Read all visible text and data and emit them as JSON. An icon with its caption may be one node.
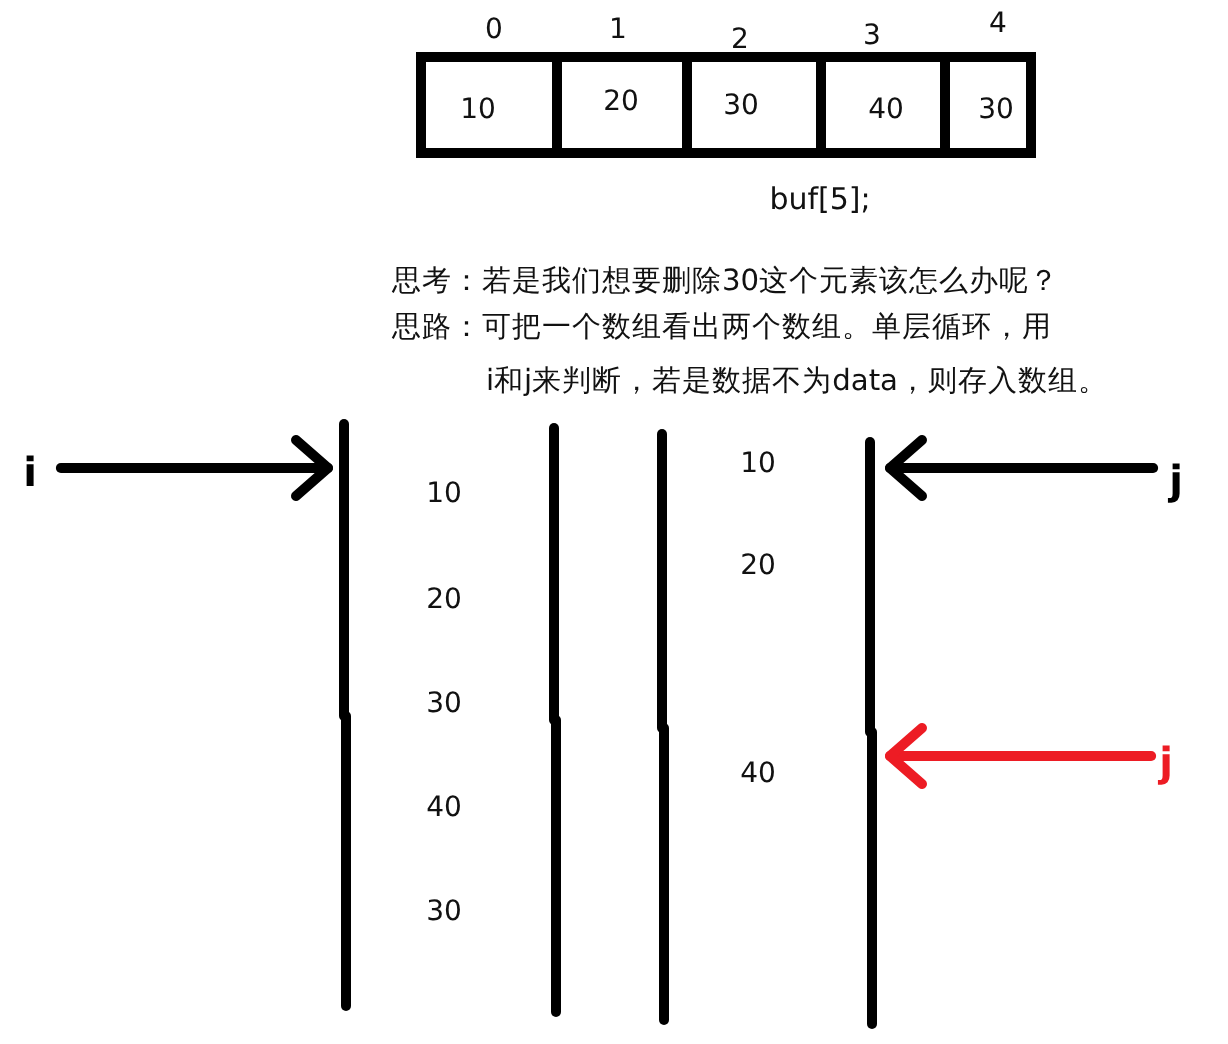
{
  "diagram": {
    "nodes": [
      {
        "text": [
          "10"
        ],
        "beside": [
          "0"
        ]
      },
      {
        "text": [
          "20"
        ],
        "beside": [
          "1"
        ]
      },
      {
        "text": [
          "30"
        ],
        "beside": [
          "2"
        ]
      },
      {
        "text": [
          "40"
        ],
        "beside": [
          "3"
        ]
      },
      {
        "text": [
          "30"
        ],
        "beside": [
          "4"
        ]
      },
      {
        "text": [
          "10",
          "20",
          "30",
          "40",
          "30"
        ]
      },
      {
        "text": [
          "10",
          "20",
          "40"
        ]
      },
      {
        "text": [
          "i"
        ]
      },
      {
        "text": [
          "j"
        ]
      },
      {
        "text": [
          "j"
        ]
      }
    ],
    "edges": [
      {
        "from": 7,
        "to": 5,
        "arrow": "to"
      },
      {
        "from": 8,
        "to": 6,
        "arrow": "to"
      },
      {
        "from": 9,
        "to": 6,
        "arrow": "to",
        "color": "#ed1c24"
      }
    ],
    "labels": [
      "buf[5];",
      "思考：若是我们想要删除30这个元素该怎么办呢？",
      "思路：可把一个数组看出两个数组。单层循环，用i和j来判断，若是数据不为data，则存入数组。"
    ]
  }
}
